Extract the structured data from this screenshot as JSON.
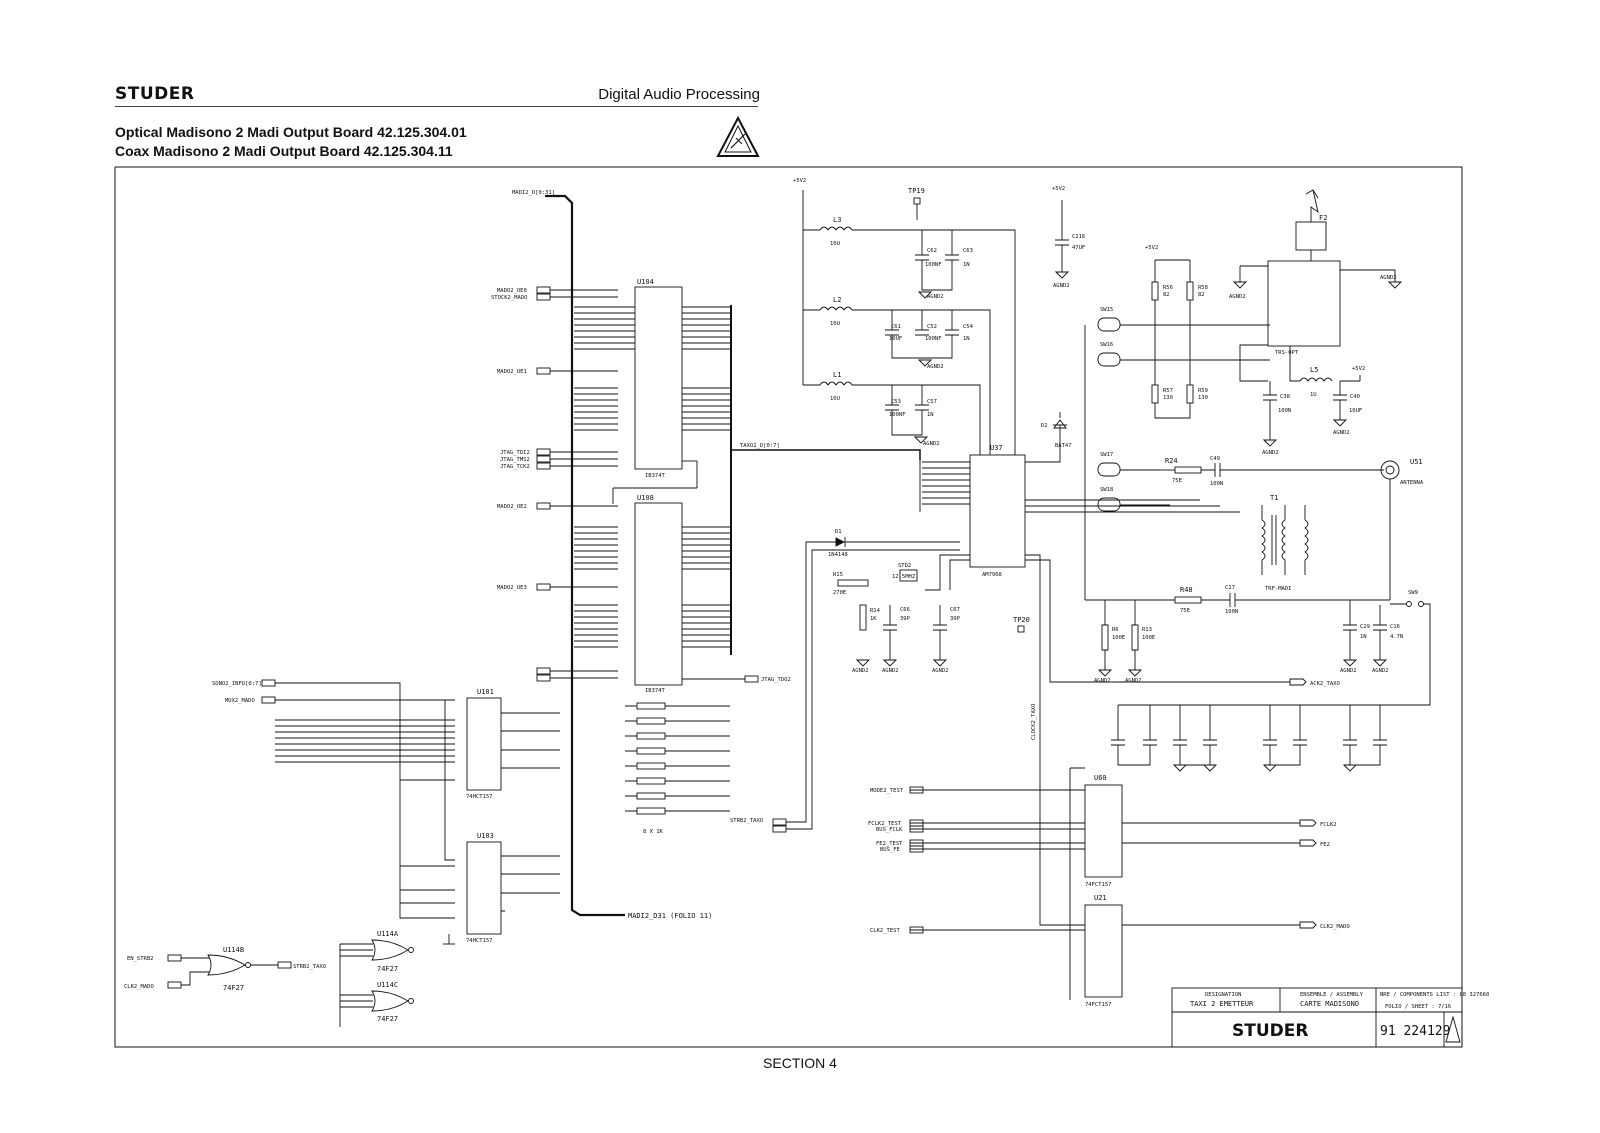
{
  "header": {
    "brand": "STUDER",
    "section_title": "Digital Audio Processing",
    "board_titles": [
      "Optical Madisono 2 Madi Output Board   42.125.304.01",
      "Coax Madisono 2 Madi Output Board   42.125.304.11"
    ]
  },
  "footer": {
    "text": "SECTION 4"
  },
  "schematic": {
    "bus_madi": "MADI2_D[0:31]",
    "bus_taxo": "TAXO2_D[0:7]",
    "madi_d31": "MADI2_D31 (FOLIO 11)",
    "ics": [
      {
        "ref": "U104",
        "part": "IB374T"
      },
      {
        "ref": "U108",
        "part": "IB374T"
      },
      {
        "ref": "U101",
        "part": "74HCT157"
      },
      {
        "ref": "U103",
        "part": "74HCT157"
      },
      {
        "ref": "U37",
        "part": "AM7968"
      },
      {
        "ref": "U60",
        "part": "74FCT157"
      },
      {
        "ref": "U21",
        "part": "74FCT157"
      },
      {
        "ref": "U114A",
        "part": "74F27"
      },
      {
        "ref": "U114B",
        "part": "74F27"
      },
      {
        "ref": "U114C",
        "part": "74F27"
      },
      {
        "ref": "F2",
        "part": "TRS-OPT"
      },
      {
        "ref": "T1",
        "part": "TRF-MADI"
      },
      {
        "ref": "U51",
        "part": "ANTENNA"
      }
    ],
    "inductors": [
      {
        "ref": "L3",
        "value": "10U"
      },
      {
        "ref": "L2",
        "value": "10U"
      },
      {
        "ref": "L1",
        "value": "10U"
      },
      {
        "ref": "L5",
        "value": "1U"
      }
    ],
    "capacitors": [
      {
        "ref": "C62",
        "value": "100NF"
      },
      {
        "ref": "C63",
        "value": "1N"
      },
      {
        "ref": "C61",
        "value": "10UF"
      },
      {
        "ref": "C52",
        "value": "100NF"
      },
      {
        "ref": "C54",
        "value": "1N"
      },
      {
        "ref": "C53",
        "value": "100NF"
      },
      {
        "ref": "C57",
        "value": "1N"
      },
      {
        "ref": "C216",
        "value": "47UF"
      },
      {
        "ref": "C38",
        "value": "100N"
      },
      {
        "ref": "C40",
        "value": "10UF"
      },
      {
        "ref": "C49",
        "value": "100N"
      },
      {
        "ref": "C17",
        "value": "100N"
      },
      {
        "ref": "C66",
        "value": "39P"
      },
      {
        "ref": "C67",
        "value": "39P"
      },
      {
        "ref": "C29",
        "value": "1N"
      },
      {
        "ref": "C16",
        "value": "4.7N"
      }
    ],
    "resistors": [
      {
        "ref": "R56",
        "value": "82"
      },
      {
        "ref": "R58",
        "value": "82"
      },
      {
        "ref": "R57",
        "value": "130"
      },
      {
        "ref": "R59",
        "value": "130"
      },
      {
        "ref": "R24",
        "value": "75E"
      },
      {
        "ref": "R48",
        "value": "75E"
      },
      {
        "ref": "R15",
        "value": "270E"
      },
      {
        "ref": "R14",
        "value": "1K"
      },
      {
        "ref": "R6",
        "value": "100E"
      },
      {
        "ref": "R13",
        "value": "100E"
      }
    ],
    "misc": {
      "d1": "D1",
      "d1_part": "1N4148",
      "d2": "D2",
      "d2_part": "BAT47",
      "crystal": "STD2",
      "crystal_freq": "12.5MHZ",
      "tp19": "TP19",
      "tp20": "TP20",
      "sw": [
        "SW15",
        "SW16",
        "SW17",
        "SW18",
        "SW9"
      ],
      "rr_pack": "8 X 1K",
      "supply": "+5V2",
      "ground": "AGND2"
    },
    "io_nets": [
      "MADO2_OE0",
      "STOCK2_MADO",
      "MADO2_OE1",
      "JTAG_TDI2",
      "JTAG_TMS2",
      "JTAG_TCK2",
      "MADO2_OE2",
      "MADO2_OE3",
      "JTAG_TDO2",
      "SONO2_INFO[0:7]",
      "MUX2_MADO",
      "EN_STRB2",
      "CLK2_MADO",
      "STRB2_TAXO",
      "MODE2_TEST",
      "FCLK2_TEST",
      "BUS_FCLK",
      "FE2_TEST",
      "BUS_FE",
      "CLK2_TEST",
      "FCLK2",
      "FE2",
      "ACK2_TAXO",
      "CLOCK2_TAXO"
    ],
    "title_block": {
      "designation_label": "DESIGNATION",
      "designation": "TAXI 2 EMETTEUR",
      "assembly_label": "ENSEMBLE / ASSEMBLY",
      "assembly": "CARTE MADISONO",
      "nre_label": "NRE / COMPONENTS LIST : 88 327660",
      "folio": "FOLIO / SHEET : 7/16",
      "brand": "STUDER",
      "number": "91 224129"
    }
  }
}
